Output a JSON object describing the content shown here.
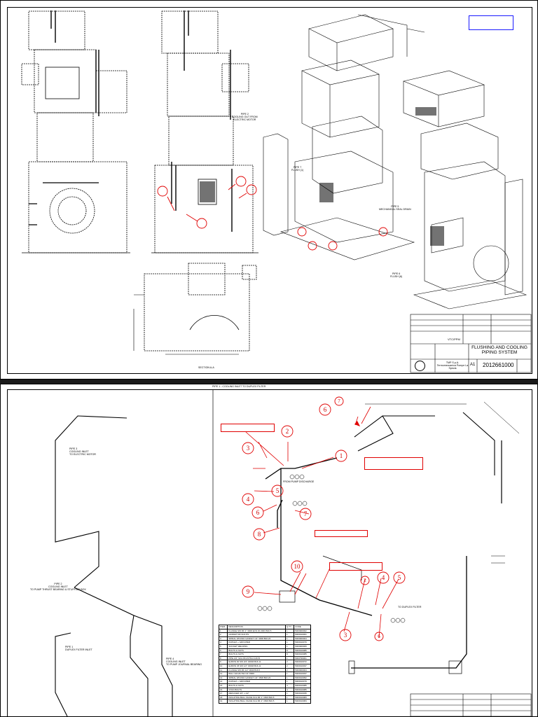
{
  "sheet1": {
    "title_block": {
      "title": "FLUSHING AND COOLING PIPING SYSTEM",
      "company": "TMP S.p.A. Termomeccanica Pompe La Spezia",
      "sheet_size": "A1",
      "drawing_number": "2012661000",
      "project_code": "VTC/PPM"
    },
    "notes": {
      "pipe2_cooling_out": "PIPE 2\nCOOLING OUT FROM\nELECTRIC MOTOR",
      "pipe7_flush": "PIPE 7\nFLUSH (1)",
      "pipe5_mech_seal": "PIPE 5\nMECHANICAL SEAL DRAIN",
      "pipe6_flush": "PIPE 6\nFLUSH (6)",
      "section_label": "SECTION A-A"
    },
    "colors": {
      "markup_red": "#e00000",
      "markup_blue": "#1a1aff"
    }
  },
  "sheet2": {
    "header": "PIPE 1 - COOLING INLET TO DUPLEX FILTER",
    "notes": {
      "pipe3_motor": "PIPE 3\nCOOLING INLET\nTO ELECTRIC MOTOR",
      "pipe2_thrust": "PIPE 2\nCOOLING INLET\nTO PUMP THRUST BEARING & STUFFING BOX",
      "pipe1_filter": "PIPE 1\nDUPLEX FILTER INLET",
      "pipe4_journal": "PIPE 4\nCOOLING INLET\nTO PUMP JOURNAL BEARING",
      "from_pump_discharge": "FROM PUMP DISCHARGE",
      "to_duplex_filter": "TO DUPLEX FILTER"
    },
    "markers": [
      "1",
      "2",
      "3",
      "4",
      "5",
      "6",
      "7",
      "8",
      "9",
      "10",
      "2",
      "3",
      "4",
      "5",
      "6",
      "6",
      "7"
    ],
    "bom": {
      "columns": [
        "ITEM",
        "DESCRIPTION",
        "Q.TY",
        "CODE"
      ],
      "rows": [
        [
          "1",
          "FLANGE SW RF 2\" 300# ECN 30 2003 B16.5",
          "1",
          "5003900002"
        ],
        [
          "2",
          "GASKET ND 31/2 PS",
          "1",
          "5003910001"
        ],
        [
          "3",
          "SPIRAL WOUND GASKET 1/2\" 300# B16.20",
          "1",
          "5003900004"
        ],
        [
          "4",
          "DUPLEX + GROUPER",
          "1",
          "5003910079"
        ],
        [
          "5",
          "SOCKET WELDING",
          "1",
          "5003900006"
        ],
        [
          "6",
          "BOLTS & NUTS",
          "8",
          "5003910085"
        ],
        [
          "7",
          "BOLTS & NUTS",
          "8",
          "5003910085"
        ],
        [
          "8",
          "PIPE 3/4\" SCH 80 ASTM A 106 B",
          "1",
          "5003799001"
        ],
        [
          "9",
          "ELBOW 90 SW 3/4\" 3000# B16.11",
          "2",
          "5003910072"
        ],
        [
          "10",
          "ELBOW 45 SW 1/2\" 3000# B16.11",
          "2",
          "5003910037"
        ],
        [
          "11",
          "FLANGE SW RF 1/2\" 300# B16.5",
          "2",
          "5003900004"
        ],
        [
          "12",
          "BALL VALVE SW 1/2\" 800#",
          "1",
          "5003910037"
        ],
        [
          "13",
          "SPIRAL WOUND GASKET 1/2\" 150# B16.20",
          "1",
          "5003910052"
        ],
        [
          "14",
          "DUPLEX + GROUPER",
          "1",
          "5003910079"
        ],
        [
          "15",
          "BOLTS & NUTS",
          "4",
          "5003910085"
        ],
        [
          "16",
          "STUD BOLTS",
          "4",
          "5003910085"
        ],
        [
          "17",
          "REDUCER 3/4\" x 1/2\"",
          "1",
          "5003910035"
        ],
        [
          "18",
          "ISOLATING BALL VALVE FLG RF 1\" 150# B16.5",
          "1",
          "5003910083"
        ],
        [
          "19",
          "ISOLATING BALL VALVE FLG RF 2\" 150# B16.5",
          "1",
          "5003910084"
        ]
      ]
    }
  }
}
